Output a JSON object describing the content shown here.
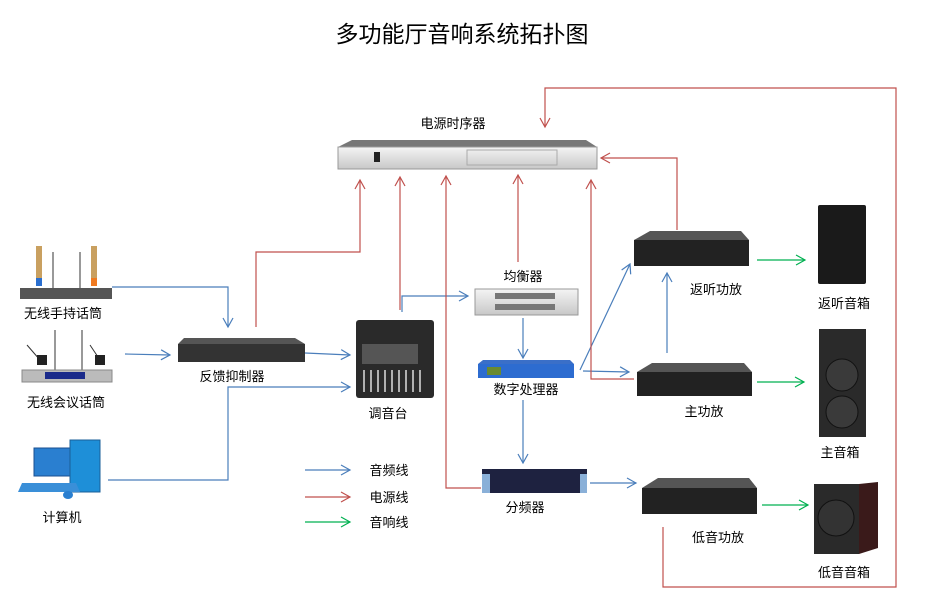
{
  "title": "多功能厅音响系统拓扑图",
  "devices": {
    "power_sequencer": "电源时序器",
    "wireless_handheld_mic": "无线手持话筒",
    "wireless_conference_mic": "无线会议话筒",
    "computer": "计算机",
    "feedback_suppressor": "反馈抑制器",
    "mixer": "调音台",
    "equalizer": "均衡器",
    "digital_processor": "数字处理器",
    "crossover": "分频器",
    "monitor_amp": "返听功放",
    "main_amp": "主功放",
    "sub_amp": "低音功放",
    "monitor_speaker": "返听音箱",
    "main_speaker": "主音箱",
    "sub_speaker": "低音音箱"
  },
  "legend": [
    {
      "label": "音频线",
      "color": "#4a7ebb"
    },
    {
      "label": "电源线",
      "color": "#c0504d"
    },
    {
      "label": "音响线",
      "color": "#00b050"
    }
  ],
  "colors": {
    "audio": "#4a7ebb",
    "power": "#c0504d",
    "speaker": "#00b050"
  }
}
